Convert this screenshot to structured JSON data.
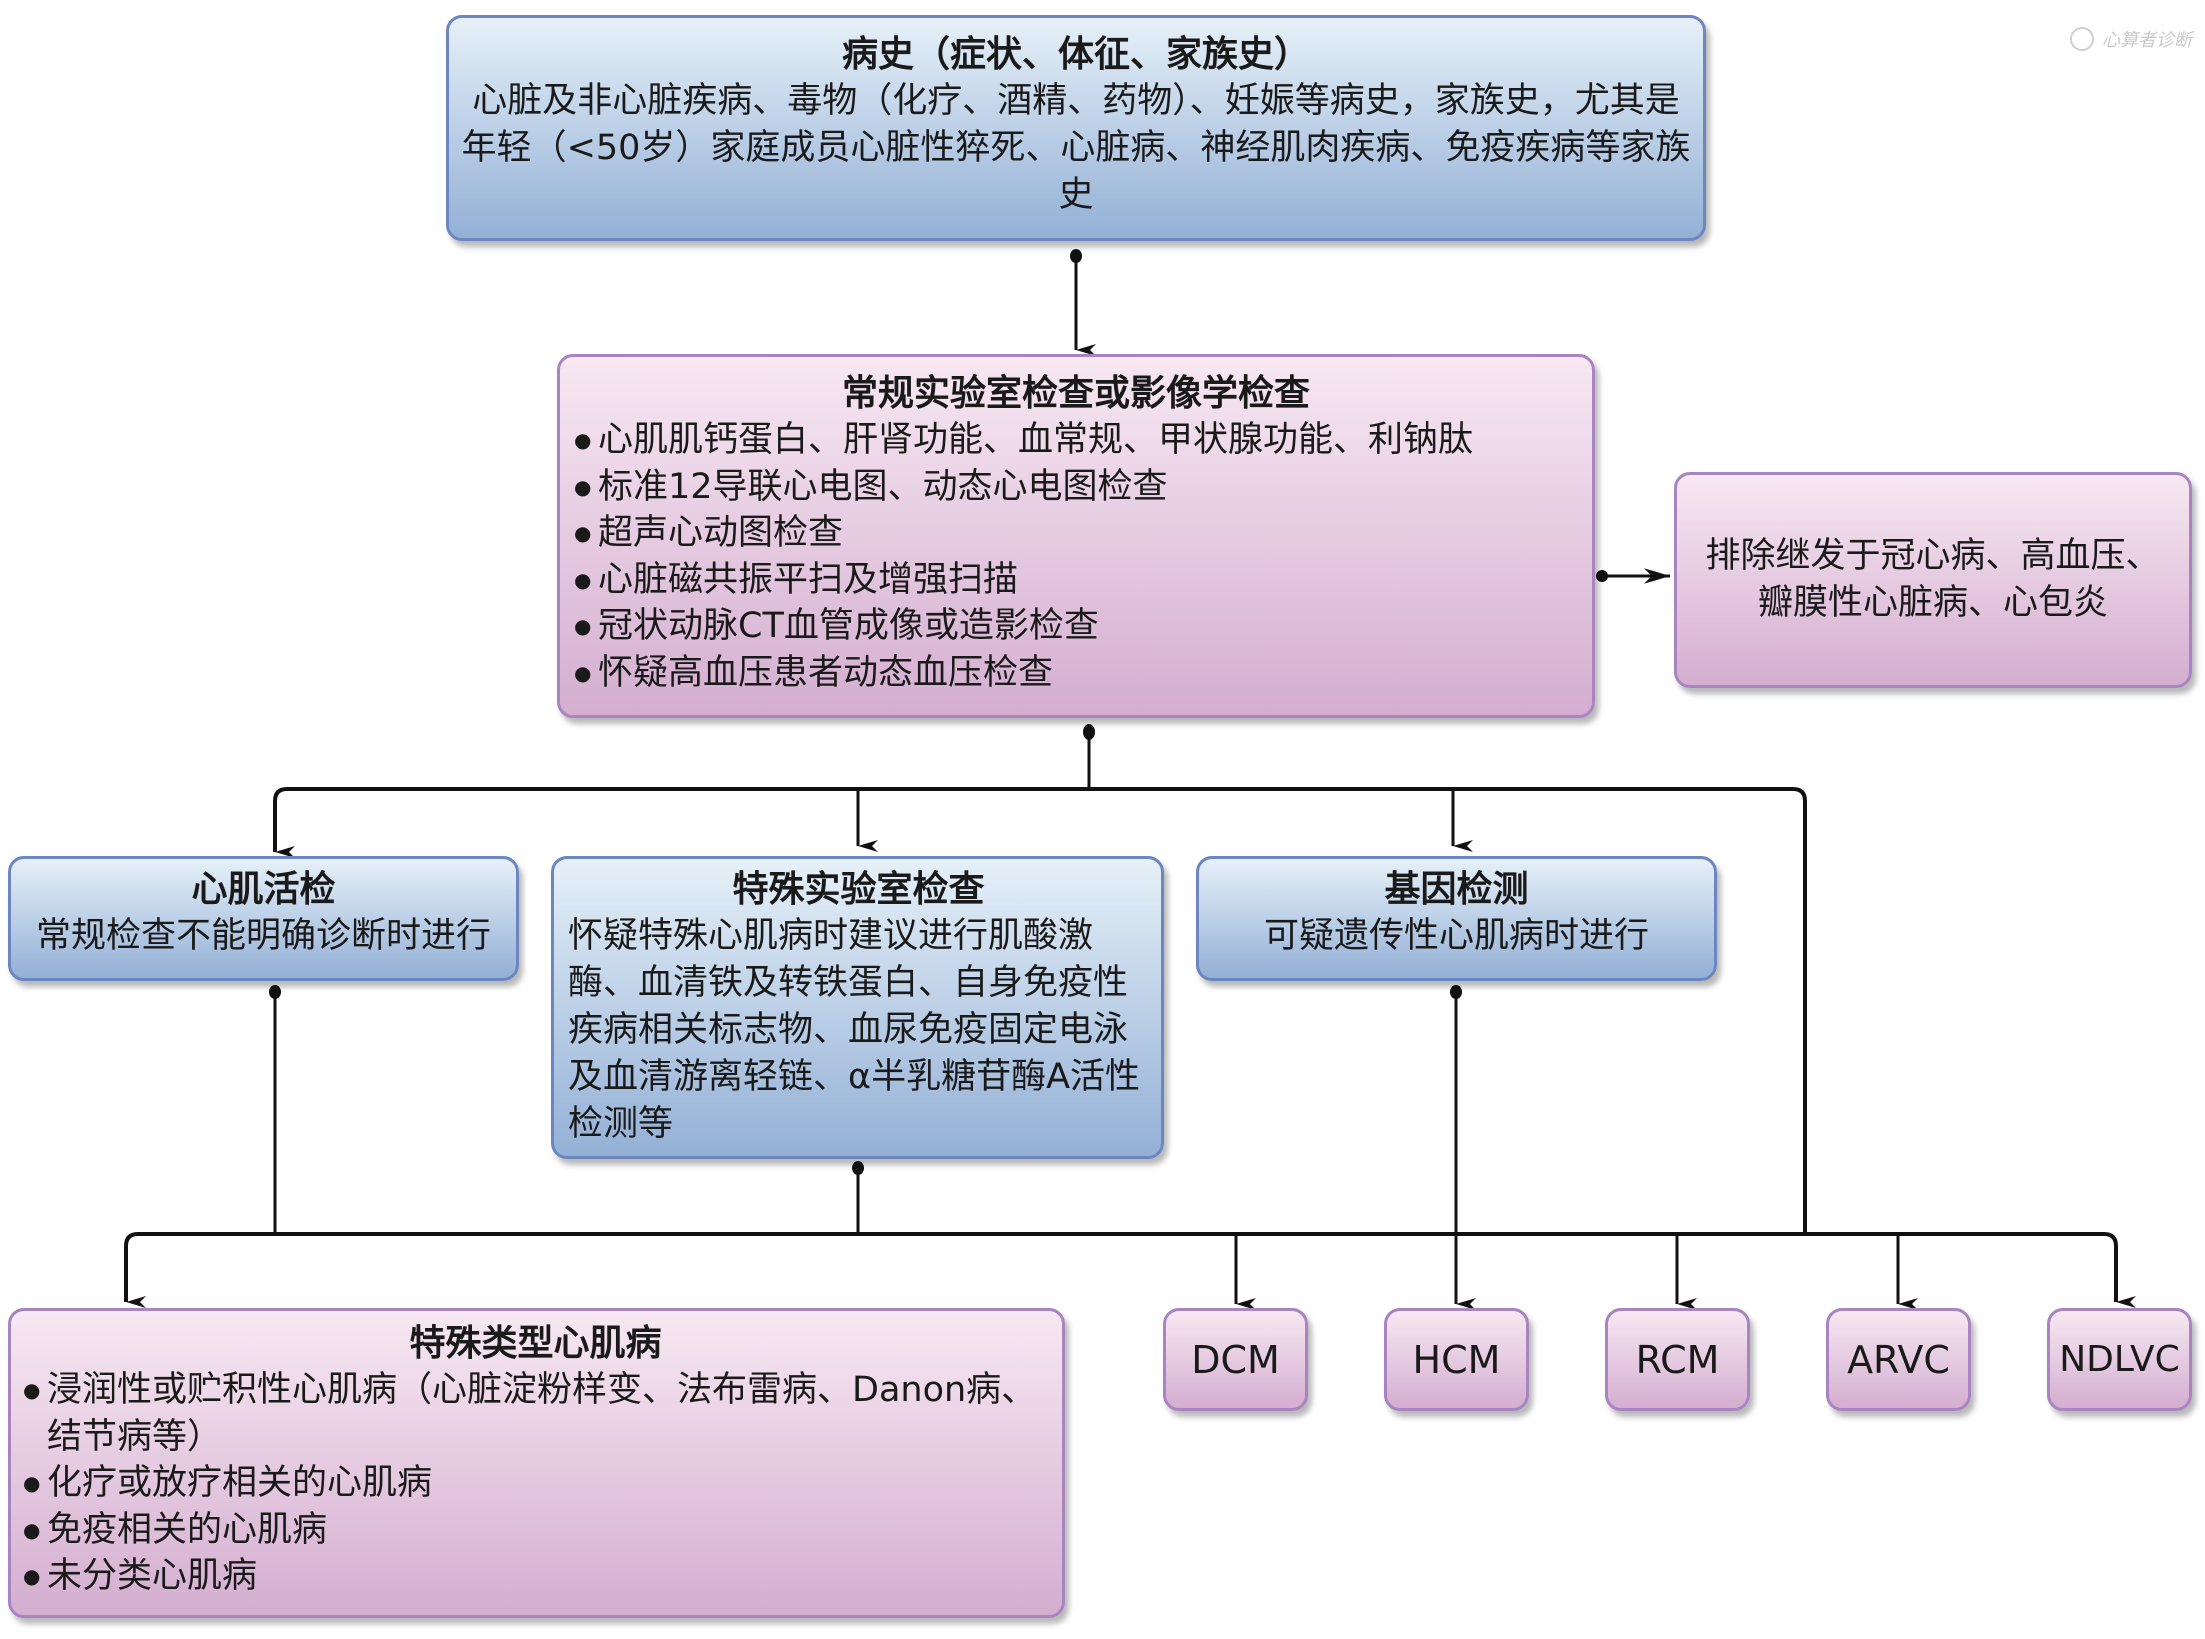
{
  "watermark": {
    "text": "心算者诊断"
  },
  "nodes": {
    "history": {
      "title": "病史（症状、体征、家族史）",
      "body": "心脏及非心脏疾病、毒物（化疗、酒精、药物）、妊娠等病史，家族史，尤其是年轻（<50岁）家庭成员心脏性猝死、心脏病、神经肌肉疾病、免疫疾病等家族史"
    },
    "routine_exam": {
      "title": "常规实验室检查或影像学检查",
      "items": [
        "心肌肌钙蛋白、肝肾功能、血常规、甲状腺功能、利钠肽",
        "标准12导联心电图、动态心电图检查",
        "超声心动图检查",
        "心脏磁共振平扫及增强扫描",
        "冠状动脉CT血管成像或造影检查",
        "怀疑高血压患者动态血压检查"
      ]
    },
    "exclude": {
      "body": "排除继发于冠心病、高血压、瓣膜性心脏病、心包炎"
    },
    "biopsy": {
      "title": "心肌活检",
      "body": "常规检查不能明确诊断时进行"
    },
    "special_lab": {
      "title": "特殊实验室检查",
      "body": "怀疑特殊心肌病时建议进行肌酸激酶、血清铁及转铁蛋白、自身免疫性疾病相关标志物、血尿免疫固定电泳及血清游离轻链、α半乳糖苷酶A活性检测等"
    },
    "genetic": {
      "title": "基因检测",
      "body": "可疑遗传性心肌病时进行"
    },
    "special_types": {
      "title": "特殊类型心肌病",
      "items": [
        "浸润性或贮积性心肌病（心脏淀粉样变、法布雷病、Danon病、结节病等）",
        "化疗或放疗相关的心肌病",
        "免疫相关的心肌病",
        "未分类心肌病"
      ]
    },
    "phenotypes": [
      "DCM",
      "HCM",
      "RCM",
      "ARVC",
      "NDLVC"
    ]
  },
  "colors": {
    "blue_box_top": "#e6f0f8",
    "blue_box_bottom": "#93b0d6",
    "blue_border": "#6b86c0",
    "pink_box_top": "#f7e8f2",
    "pink_box_bottom": "#d4aed0",
    "pink_border": "#a884c0",
    "connector": "#111111"
  }
}
